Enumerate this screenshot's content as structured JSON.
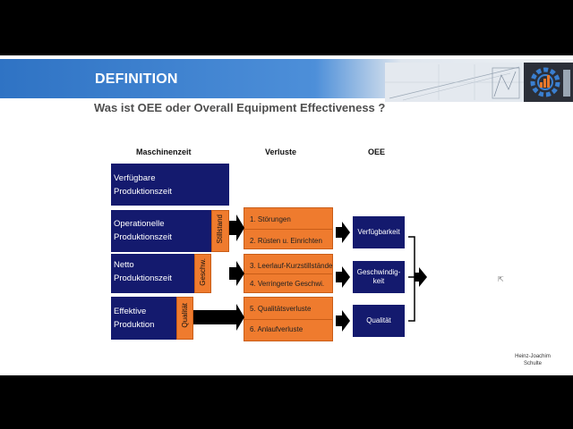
{
  "header": {
    "title": "DEFINITION"
  },
  "subtitle": "Was ist OEE oder Overall Equipment Effectiveness ?",
  "columns": {
    "maschinenzeit": "Maschinenzeit",
    "verluste": "Verluste",
    "oee": "OEE"
  },
  "time_blocks": [
    {
      "line1": "Verfügbare",
      "line2": "Produktionszeit"
    },
    {
      "line1": "Operationelle",
      "line2": "Produktionszeit",
      "tag": "Stillstand"
    },
    {
      "line1": "Netto",
      "line2": "Produktionszeit",
      "tag": "Geschw."
    },
    {
      "line1": "Effektive",
      "line2": "Produktion",
      "tag": "Qualität"
    }
  ],
  "losses": [
    [
      "1. Störungen",
      "2. Rüsten u. Einrichten"
    ],
    [
      "3. Leerlauf-Kurzstillstände",
      "4. Verringerte Geschwi."
    ],
    [
      "5. Qualitätsverluste",
      "6. Anlaufverluste"
    ]
  ],
  "oee_factors": [
    {
      "line1": "Verfügbarkeit",
      "line2": ""
    },
    {
      "line1": "Geschwindig-",
      "line2": "keit"
    },
    {
      "line1": "Qualität",
      "line2": ""
    }
  ],
  "author": {
    "line1": "Heinz-Joachim",
    "line2": "Schulte"
  },
  "colors": {
    "navy": "#141a6e",
    "orange": "#ef7b2e",
    "header_blue": "#2f73c4"
  },
  "icons": [
    "gear-chart-logo-icon",
    "arrow-right-icon",
    "bracket-icon",
    "mouse-cursor-icon"
  ]
}
